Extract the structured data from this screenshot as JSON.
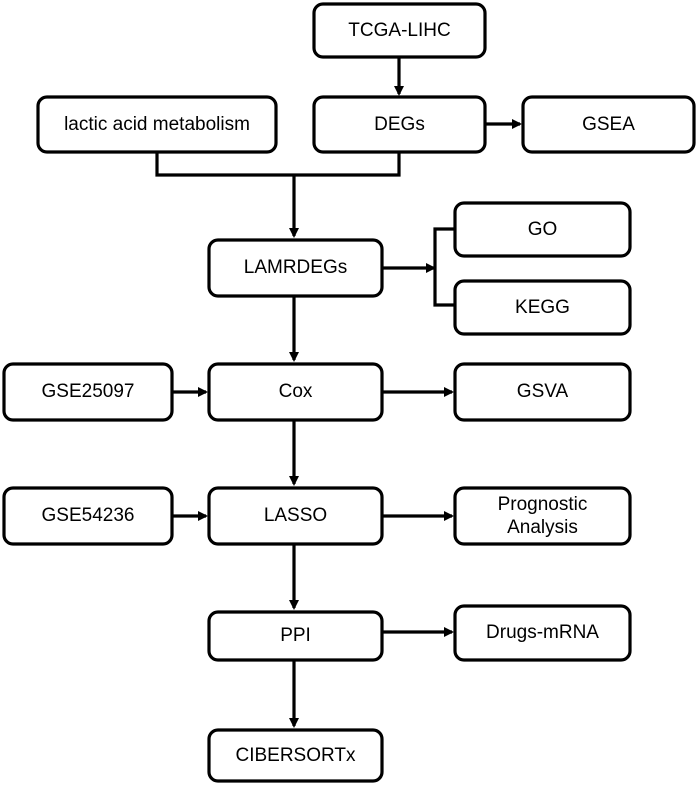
{
  "nodes": {
    "tcga": "TCGA-LIHC",
    "lactic": "lactic acid metabolism",
    "degs": "DEGs",
    "gsea": "GSEA",
    "lamrdegs": "LAMRDEGs",
    "go": "GO",
    "kegg": "KEGG",
    "gse25097": "GSE25097",
    "cox": "Cox",
    "gsva": "GSVA",
    "gse54236": "GSE54236",
    "lasso": "LASSO",
    "prognostic_line1": "Prognostic",
    "prognostic_line2": "Analysis",
    "ppi": "PPI",
    "drugs": "Drugs-mRNA",
    "cibersortx": "CIBERSORTx"
  },
  "colors": {
    "stroke": "#000000",
    "fill": "#ffffff",
    "text": "#000000"
  }
}
